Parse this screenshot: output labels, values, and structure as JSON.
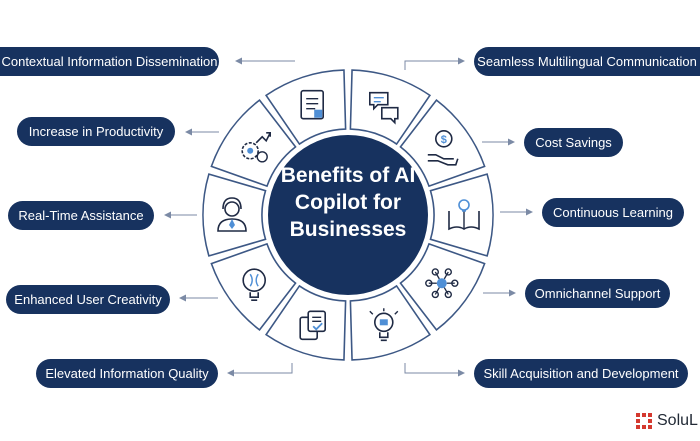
{
  "center": {
    "title_lines": [
      "Benefits of AI",
      "Copilot for",
      "Businesses"
    ]
  },
  "benefits": [
    {
      "label": "Contextual Information Dissemination",
      "icon": "document-icon"
    },
    {
      "label": "Seamless Multilingual Communication",
      "icon": "chat-bubbles-icon"
    },
    {
      "label": "Increase in Productivity",
      "icon": "gear-growth-icon"
    },
    {
      "label": "Cost Savings",
      "icon": "dollar-hand-icon"
    },
    {
      "label": "Real-Time Assistance",
      "icon": "support-agent-icon"
    },
    {
      "label": "Continuous Learning",
      "icon": "book-lightbulb-icon"
    },
    {
      "label": "Enhanced User Creativity",
      "icon": "brain-lightbulb-icon"
    },
    {
      "label": "Omnichannel Support",
      "icon": "network-hub-icon"
    },
    {
      "label": "Elevated Information Quality",
      "icon": "checked-documents-icon"
    },
    {
      "label": "Skill Acquisition and Development",
      "icon": "puzzle-bulb-icon"
    }
  ],
  "brand": {
    "text": "SoluL",
    "icon": "solulab-logo-icon"
  },
  "colors": {
    "navy": "#17325f",
    "ring_outline": "#3d5885",
    "icon_stroke": "#1f2a44",
    "icon_accent": "#4f8fd6",
    "connector": "#7b8aa5",
    "logo_red": "#d4392f"
  }
}
